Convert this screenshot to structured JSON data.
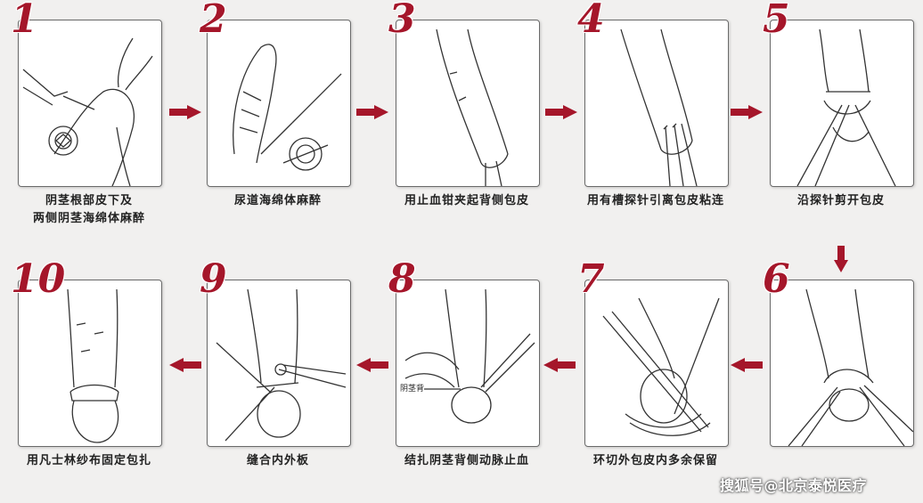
{
  "steps": [
    {
      "number": "1",
      "caption_line1": "阴茎根部皮下及",
      "caption_line2": "两侧阴茎海绵体麻醉"
    },
    {
      "number": "2",
      "caption_line1": "尿道海绵体麻醉",
      "caption_line2": ""
    },
    {
      "number": "3",
      "caption_line1": "用止血钳夹起背侧包皮",
      "caption_line2": ""
    },
    {
      "number": "4",
      "caption_line1": "用有槽探针引离包皮粘连",
      "caption_line2": ""
    },
    {
      "number": "5",
      "caption_line1": "沿探针剪开包皮",
      "caption_line2": ""
    },
    {
      "number": "6",
      "caption_line1": "",
      "caption_line2": ""
    },
    {
      "number": "7",
      "caption_line1": "环切外包皮内多余保留",
      "caption_line2": ""
    },
    {
      "number": "8",
      "caption_line1": "结扎阴茎背侧动脉止血",
      "caption_line2": ""
    },
    {
      "number": "9",
      "caption_line1": "缝合内外板",
      "caption_line2": ""
    },
    {
      "number": "10",
      "caption_line1": "用凡士林纱布固定包扎",
      "caption_line2": ""
    }
  ],
  "step8_label": "阴茎背",
  "watermark": "搜狐号@北京泰悦医疗",
  "colors": {
    "accent": "#a5162a",
    "line": "#333333"
  }
}
